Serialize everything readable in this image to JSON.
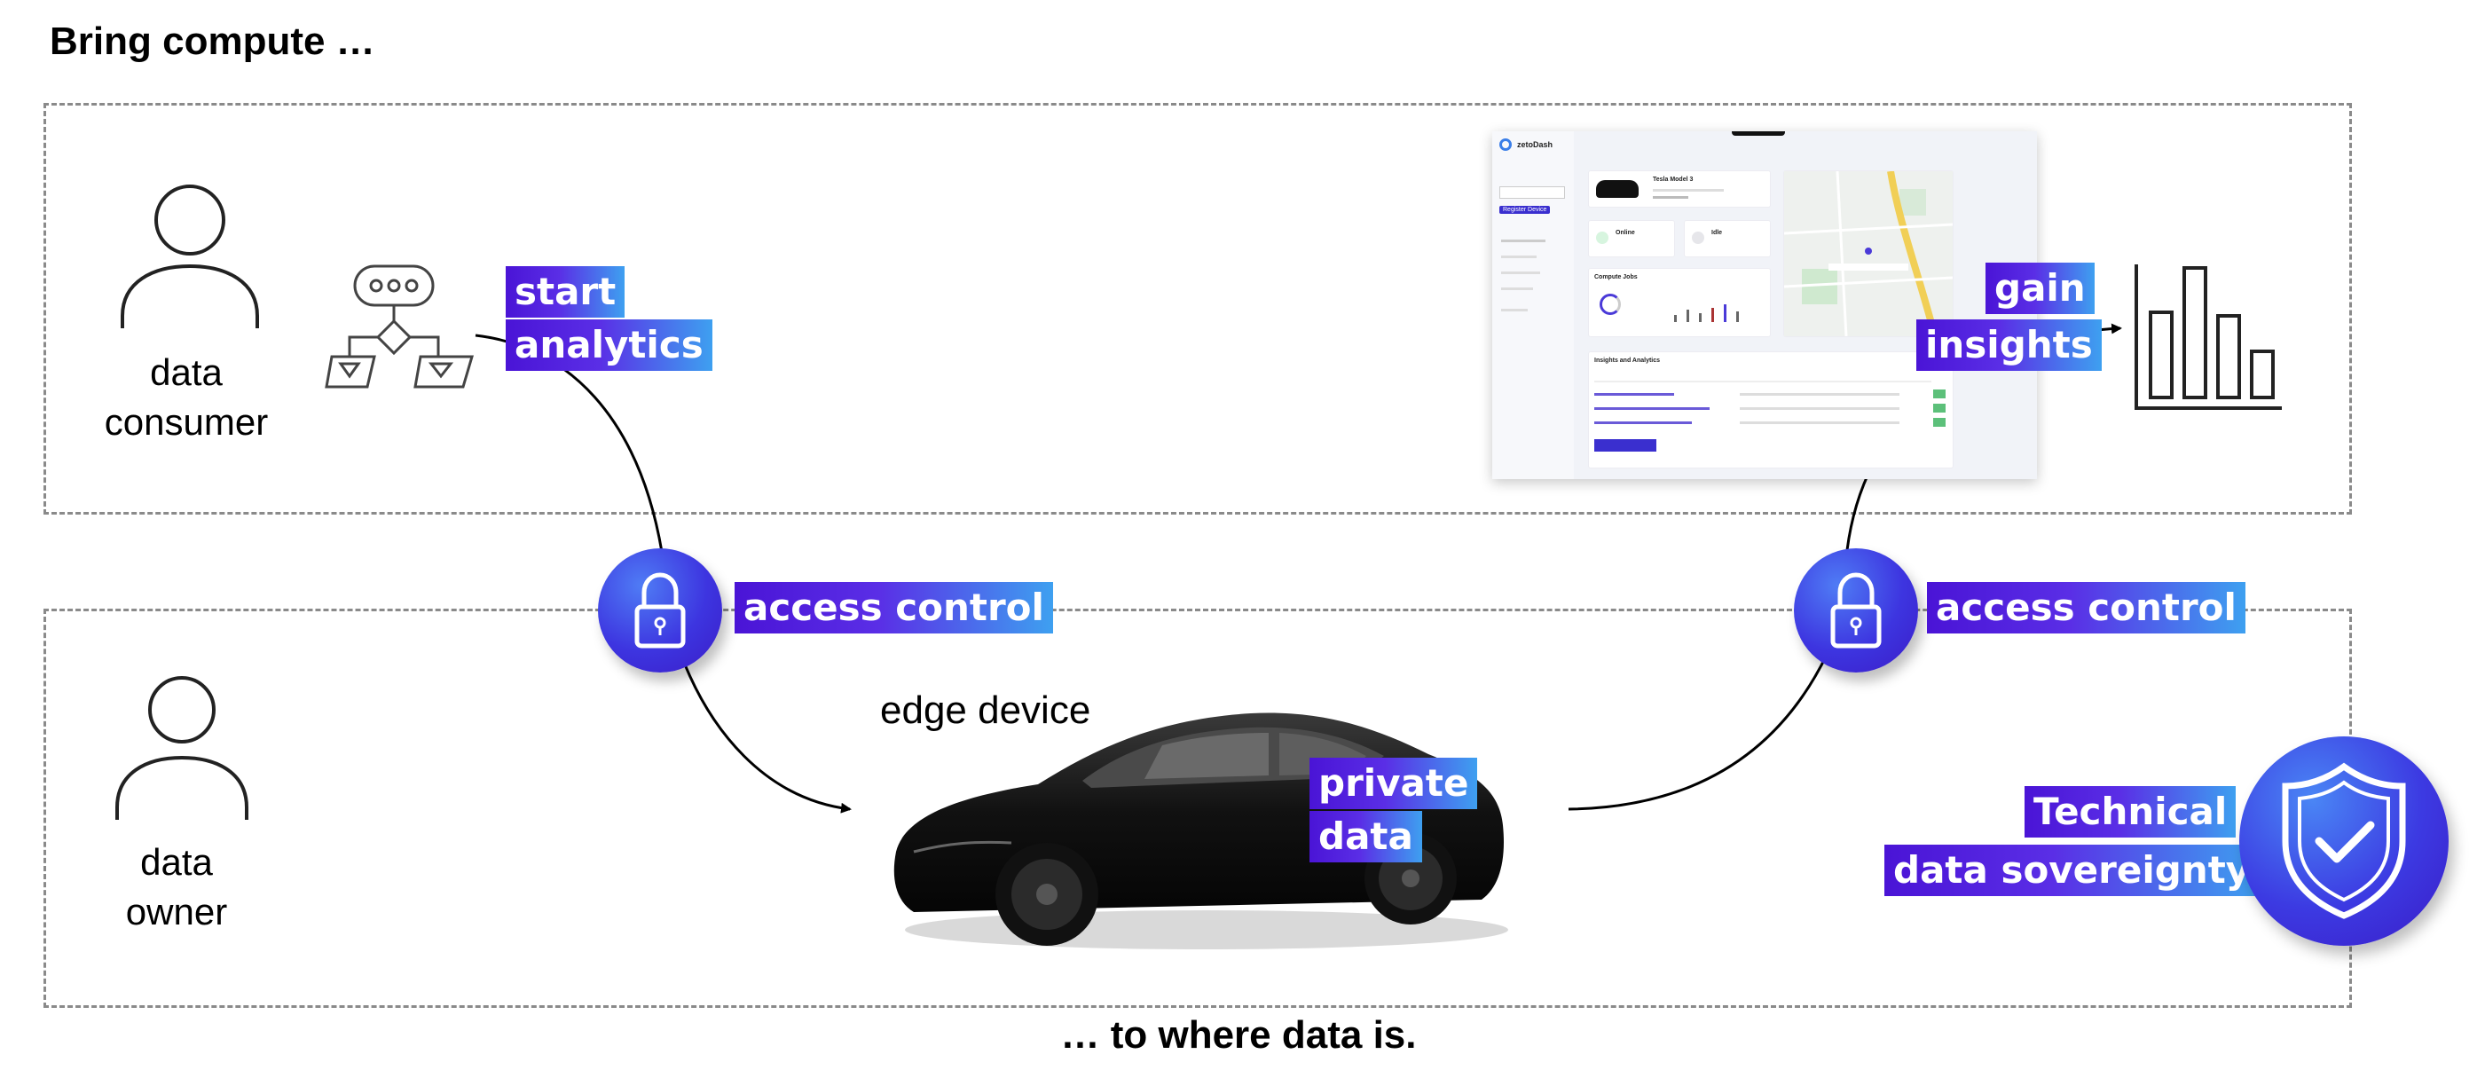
{
  "header": {
    "title": "Bring compute …"
  },
  "footer": {
    "caption": "… to where data is."
  },
  "consumer": {
    "label_line1": "data",
    "label_line2": "consumer"
  },
  "owner": {
    "label_line1": "data",
    "label_line2": "owner"
  },
  "tags": {
    "start": "start",
    "analytics": "analytics",
    "access_control_left": "access control",
    "access_control_right": "access control",
    "gain": "gain",
    "insights": "insights",
    "private": "private",
    "data": "data",
    "technical": "Technical",
    "sovereignty": "data sovereignty"
  },
  "edge_device": {
    "label": "edge device"
  },
  "dashboard": {
    "app_name": "zetoDash",
    "vehicle_name": "Tesla Model 3",
    "status_online": "Online",
    "status_idle": "Idle",
    "compute_jobs_title": "Compute Jobs",
    "insights_title": "Insights and Analytics",
    "register_button": "Register Device"
  },
  "colors": {
    "tag_gradient_start": "#4a14d6",
    "tag_gradient_end": "#3ea0f0",
    "lock_blue": "#3d35e0",
    "dash_border": "#8a8a8a"
  },
  "icons": [
    "person-icon",
    "workflow-icon",
    "lock-icon",
    "bar-chart-icon",
    "shield-check-icon",
    "car-image"
  ]
}
